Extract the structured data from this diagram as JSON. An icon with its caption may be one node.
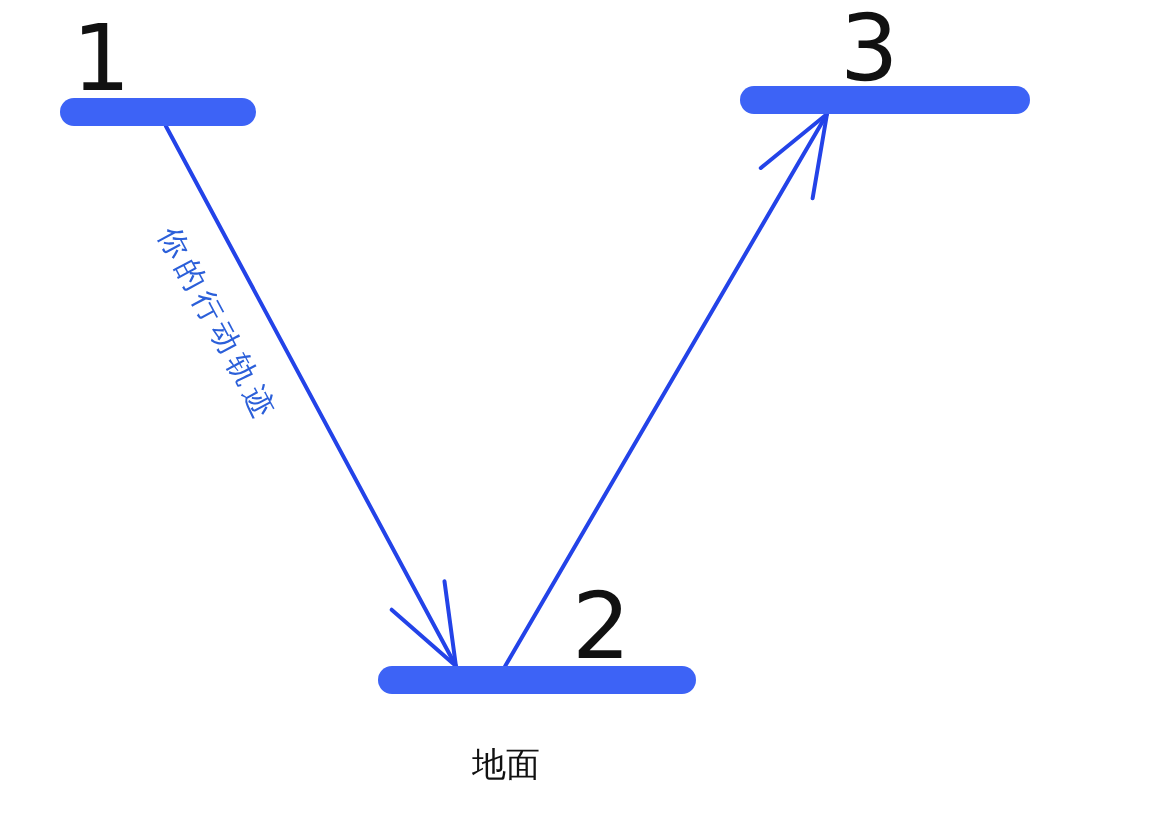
{
  "diagram": {
    "nodes": [
      {
        "text": [
          "1"
        ]
      },
      {
        "text": [
          "2"
        ],
        "beside": [
          "地面"
        ]
      },
      {
        "text": [
          "3"
        ]
      }
    ],
    "edges": [
      {
        "from": 0,
        "to": 1,
        "arrow": "to",
        "label": "你的行动轨迹"
      },
      {
        "from": 1,
        "to": 2,
        "arrow": "to"
      }
    ]
  }
}
